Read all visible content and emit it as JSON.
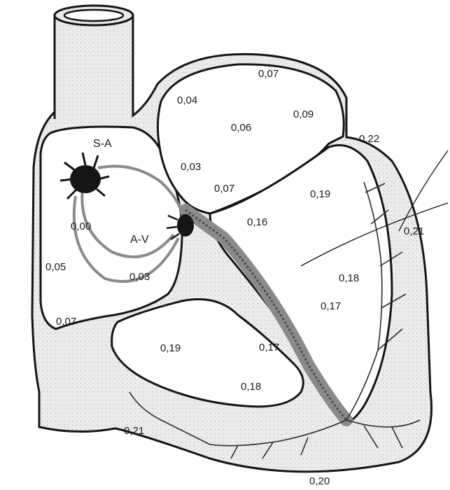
{
  "nodes": {
    "sa": "S-A",
    "av": "A-V"
  },
  "times": {
    "aorta_top": "0,07",
    "left_atrium_upper": "0,04",
    "left_atrium_center": "0,06",
    "left_atrium_right": "0,09",
    "pulmonary_vein": "0,22",
    "atrial_septum": "0,03",
    "av_junction": "0,07",
    "lv_upper": "0,19",
    "outer_right": "0,21",
    "his_bundle": "0,16",
    "sa_node": "0,00",
    "right_atrium": "0,05",
    "internodal": "0,03",
    "lv_mid": "0,18",
    "lv_lower": "0,17",
    "ra_lower": "0,07",
    "rv_upper": "0,19",
    "septum_lower": "0,17",
    "rv_lower": "0,18",
    "vena_cava": "0,21",
    "apex": "0,20"
  },
  "colors": {
    "ink": "#151515",
    "tissue": "#e3e3e3",
    "conduction": "#8a8a8a"
  }
}
